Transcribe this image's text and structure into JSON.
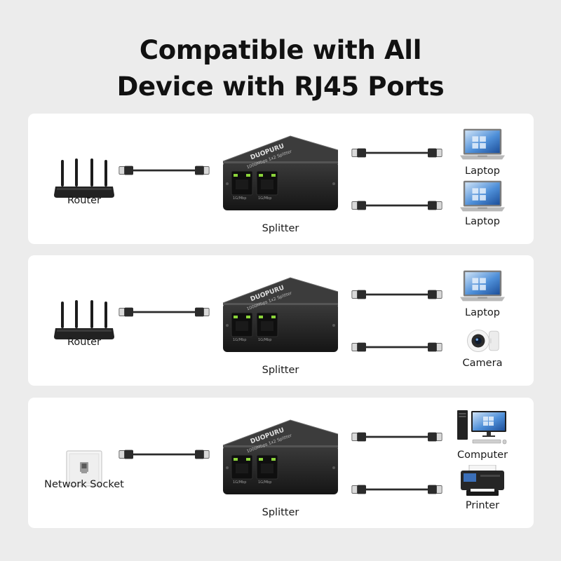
{
  "title": {
    "line1": "Compatible with All",
    "line2": "Device with RJ45 Ports"
  },
  "device": {
    "brand": "DUOPURU",
    "model": "1000Mbps 1x2 Splitter",
    "port_label": "1G/Mbp"
  },
  "panels": [
    {
      "source": {
        "label": "Router",
        "icon": "router-icon"
      },
      "splitter_label": "Splitter",
      "outputs": [
        {
          "label": "Laptop",
          "icon": "laptop-icon"
        },
        {
          "label": "Laptop",
          "icon": "laptop-icon"
        }
      ]
    },
    {
      "source": {
        "label": "Router",
        "icon": "router-icon"
      },
      "splitter_label": "Splitter",
      "outputs": [
        {
          "label": "Laptop",
          "icon": "laptop-icon"
        },
        {
          "label": "Camera",
          "icon": "camera-icon"
        }
      ]
    },
    {
      "source": {
        "label": "Network Socket",
        "icon": "network-socket-icon"
      },
      "splitter_label": "Splitter",
      "outputs": [
        {
          "label": "Computer",
          "icon": "computer-icon"
        },
        {
          "label": "Printer",
          "icon": "printer-icon"
        }
      ]
    }
  ],
  "colors": {
    "background": "#ececec",
    "panel": "#ffffff",
    "device_body": "#2a2a2a",
    "port_led": "#8bd43a"
  }
}
